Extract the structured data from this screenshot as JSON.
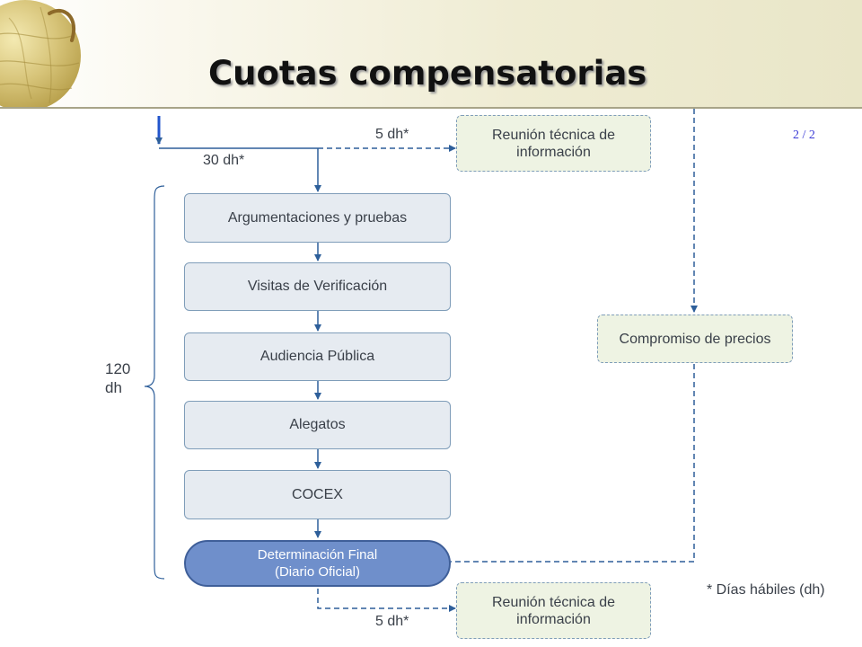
{
  "header": {
    "title": "Cuotas compensatorias",
    "page": "2 / 2"
  },
  "colors": {
    "box_fill": "#e6ebf1",
    "dashed_box_fill": "#eef3e3",
    "final_fill": "#6f8fcb",
    "line": "#2e5f9a"
  },
  "labels": {
    "top_dh": "5 dh*",
    "entry_dh": "30 dh*",
    "bottom_dh": "5 dh*",
    "total_dh": "120\ndh",
    "footnote": "* Días hábiles (dh)"
  },
  "steps": [
    "Argumentaciones y pruebas",
    "Visitas de Verificación",
    "Audiencia Pública",
    "Alegatos",
    "COCEX"
  ],
  "final": "Determinación Final\n(Diario Oficial)",
  "side": {
    "top_meeting": "Reunión técnica de\ninformación",
    "price": "Compromiso de precios",
    "bottom_meeting": "Reunión técnica de\ninformación"
  }
}
